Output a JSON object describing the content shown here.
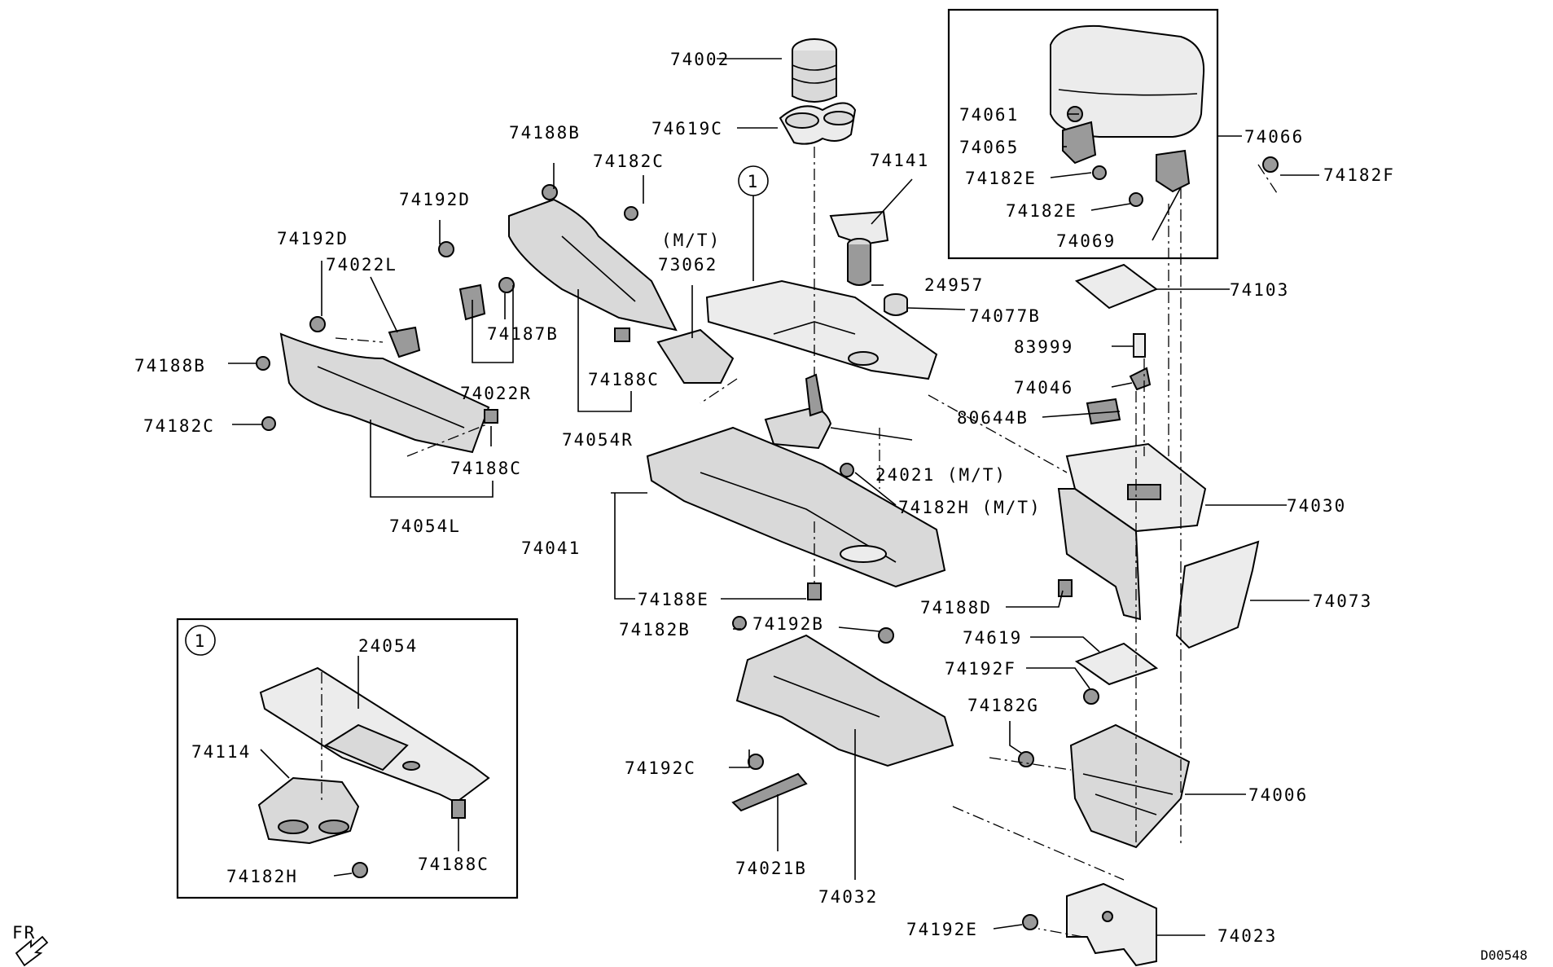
{
  "parts": {
    "p74002": "74002",
    "p74619C": "74619C",
    "p74188B_a": "74188B",
    "p74182C_a": "74182C",
    "p74192D_a": "74192D",
    "p74192D_b": "74192D",
    "p74022L": "74022L",
    "p74188B_b": "74188B",
    "p74182C_b": "74182C",
    "p74187B": "74187B",
    "p74022R": "74022R",
    "p74188C_a": "74188C",
    "p74054L": "74054L",
    "p74188C_b": "74188C",
    "p74054R": "74054R",
    "pMT_a": "(M/T)",
    "p73062": "73062",
    "p74141": "74141",
    "p24957": "24957",
    "p74077B": "74077B",
    "p80644B": "80644B",
    "p24021MT": "24021 (M/T)",
    "p74182HMT": "74182H (M/T)",
    "p74041": "74041",
    "p74188E": "74188E",
    "p74182B": "74182B",
    "p74192B": "74192B",
    "p74192C": "74192C",
    "p74021B": "74021B",
    "p74032": "74032",
    "p74061": "74061",
    "p74065": "74065",
    "p74182E_a": "74182E",
    "p74182E_b": "74182E",
    "p74069": "74069",
    "p74066": "74066",
    "p74182F": "74182F",
    "p74103": "74103",
    "p83999": "83999",
    "p74046": "74046",
    "p74030": "74030",
    "p74188D": "74188D",
    "p74073": "74073",
    "p74619": "74619",
    "p74192F": "74192F",
    "p74182G": "74182G",
    "p74006": "74006",
    "p74192E": "74192E",
    "p74023": "74023",
    "p24054": "24054",
    "p74114": "74114",
    "p74182H": "74182H",
    "p74188C_c": "74188C"
  },
  "callout": "1",
  "inset_callout": "1",
  "orientation": "FR",
  "drawing_code": "D00548"
}
